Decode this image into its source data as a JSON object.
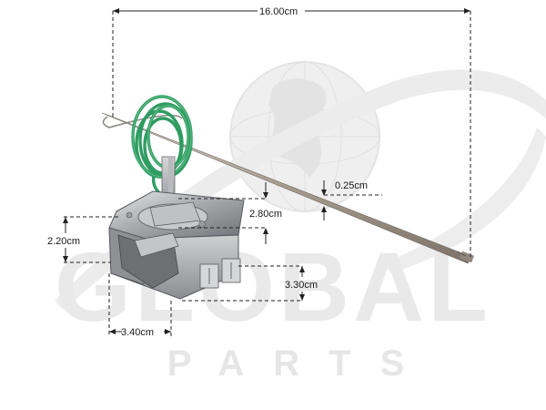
{
  "watermark": {
    "brand": "GLOBAL",
    "sub": "PARTS"
  },
  "dimensions": {
    "capillary_length": "16.00cm",
    "bulb_diameter": "0.25cm",
    "shaft_height": "2.80cm",
    "body_height": "2.20cm",
    "terminal_height": "3.30cm",
    "body_width": "3.40cm"
  }
}
